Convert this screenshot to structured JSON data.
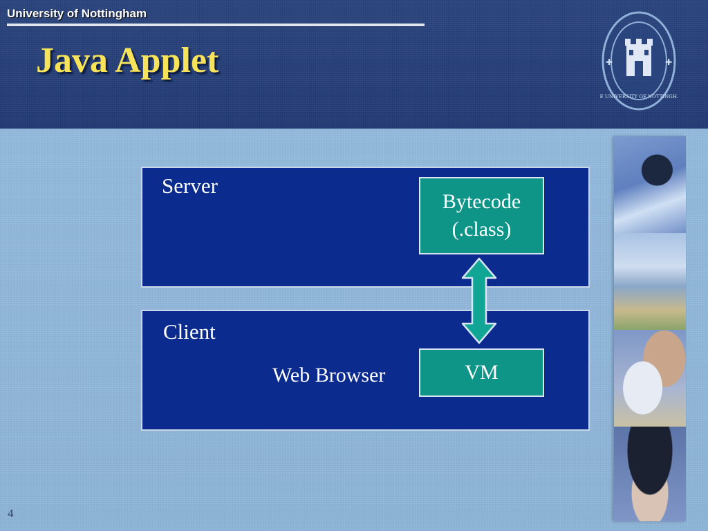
{
  "header": {
    "university": "University of Nottingham",
    "title": "Java Applet",
    "crest_text": "THE UNIVERSITY OF NOTTINGHAM"
  },
  "diagram": {
    "server": {
      "label": "Server",
      "bytecode_line1": "Bytecode",
      "bytecode_line2": "(.class)"
    },
    "client": {
      "label": "Client",
      "browser_label": "Web Browser",
      "vm_label": "VM"
    }
  },
  "footer": {
    "page_number": "4"
  },
  "colors": {
    "header_blue": "#243d76",
    "background_blue": "#8fb5d8",
    "panel_blue": "#0b2b8e",
    "box_teal": "#0f9488",
    "title_yellow": "#f7e35a",
    "arrow_teal": "#11a596"
  }
}
